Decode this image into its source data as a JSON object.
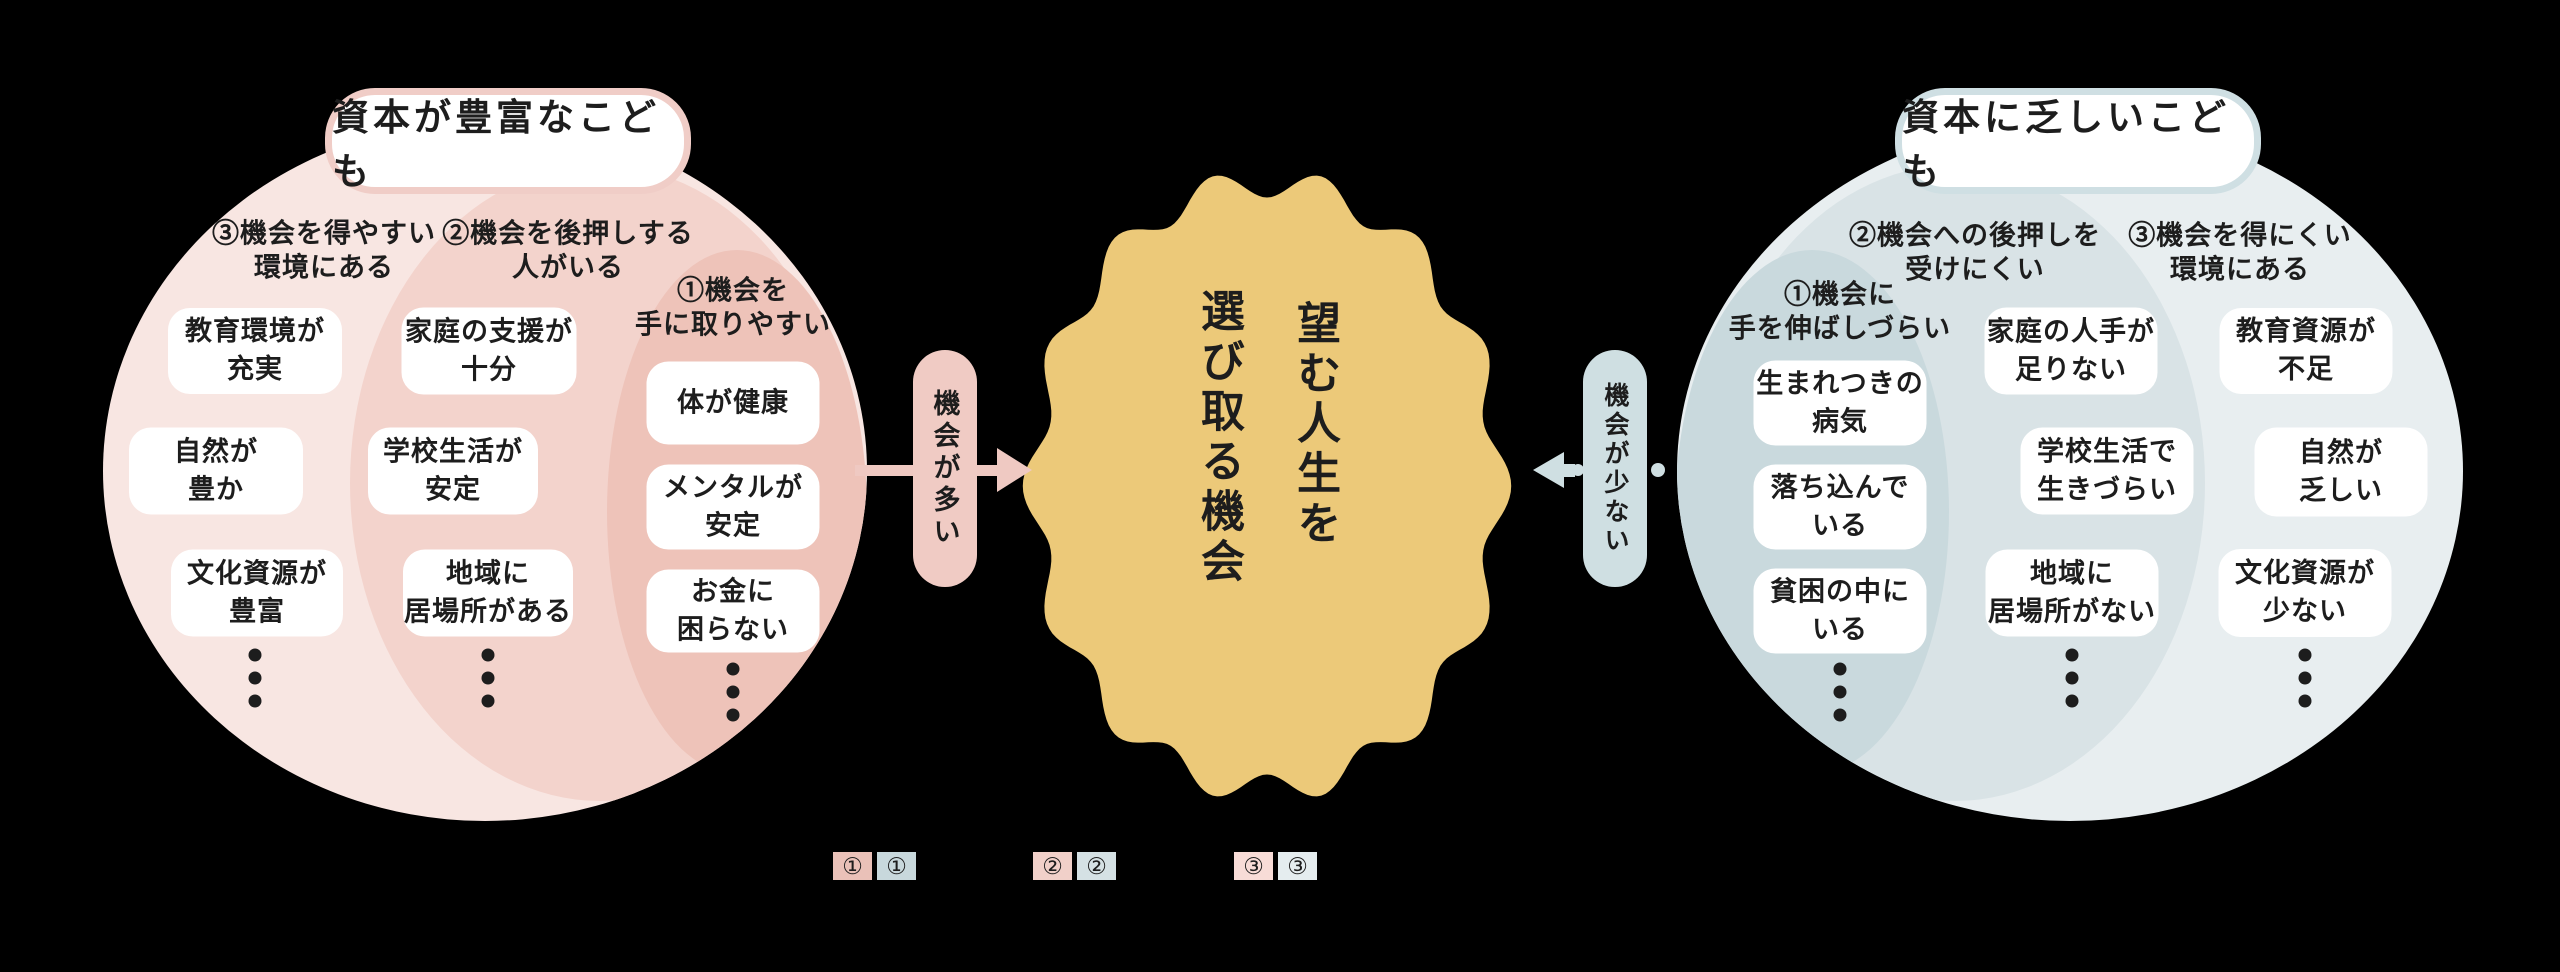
{
  "palette": {
    "background": "#000000",
    "pink_outer": "#f8e6e2",
    "pink_middle": "#f3d3cc",
    "pink_inner": "#eec3b9",
    "pink_pill": "#f0cbc4",
    "pink_border": "#f0cdc7",
    "blue_outer": "#e8eef0",
    "blue_middle": "#d9e3e6",
    "blue_inner": "#c9d9dd",
    "blue_pill": "#cfdfe2",
    "blue_border": "#cfdfe3",
    "gold": "#ecc979",
    "text": "#1d1d1d"
  },
  "left": {
    "title": "資本が豊富なこども",
    "labels": {
      "l3": "③機会を得やすい\n環境にある",
      "l2": "②機会を後押しする\n人がいる",
      "l1": "①機会を\n手に取りやすい"
    },
    "col3_boxes": [
      "教育環境が\n充実",
      "自然が\n豊か",
      "文化資源が\n豊富"
    ],
    "col2_boxes": [
      "家庭の支援が\n十分",
      "学校生活が\n安定",
      "地域に\n居場所がある"
    ],
    "col1_boxes": [
      "体が健康",
      "メンタルが\n安定",
      "お金に\n困らない"
    ],
    "pill": "機会が多い"
  },
  "right": {
    "title": "資本に乏しいこども",
    "labels": {
      "l1": "①機会に\n手を伸ばしづらい",
      "l2": "②機会への後押しを\n受けにくい",
      "l3": "③機会を得にくい\n環境にある"
    },
    "col1_boxes": [
      "生まれつきの\n病気",
      "落ち込んで\nいる",
      "貧困の中に\nいる"
    ],
    "col2_boxes": [
      "家庭の人手が\n足りない",
      "学校生活で\n生きづらい",
      "地域に\n居場所がない"
    ],
    "col3_boxes": [
      "教育資源が\n不足",
      "自然が\n乏しい",
      "文化資源が\n少ない"
    ],
    "pill": "機会が少ない"
  },
  "center": {
    "line1": "望む人生を",
    "line2": "選び取る機会"
  },
  "legend": [
    {
      "pink": "①",
      "blue": "①"
    },
    {
      "pink": "②",
      "blue": "②"
    },
    {
      "pink": "③",
      "blue": "③"
    }
  ]
}
